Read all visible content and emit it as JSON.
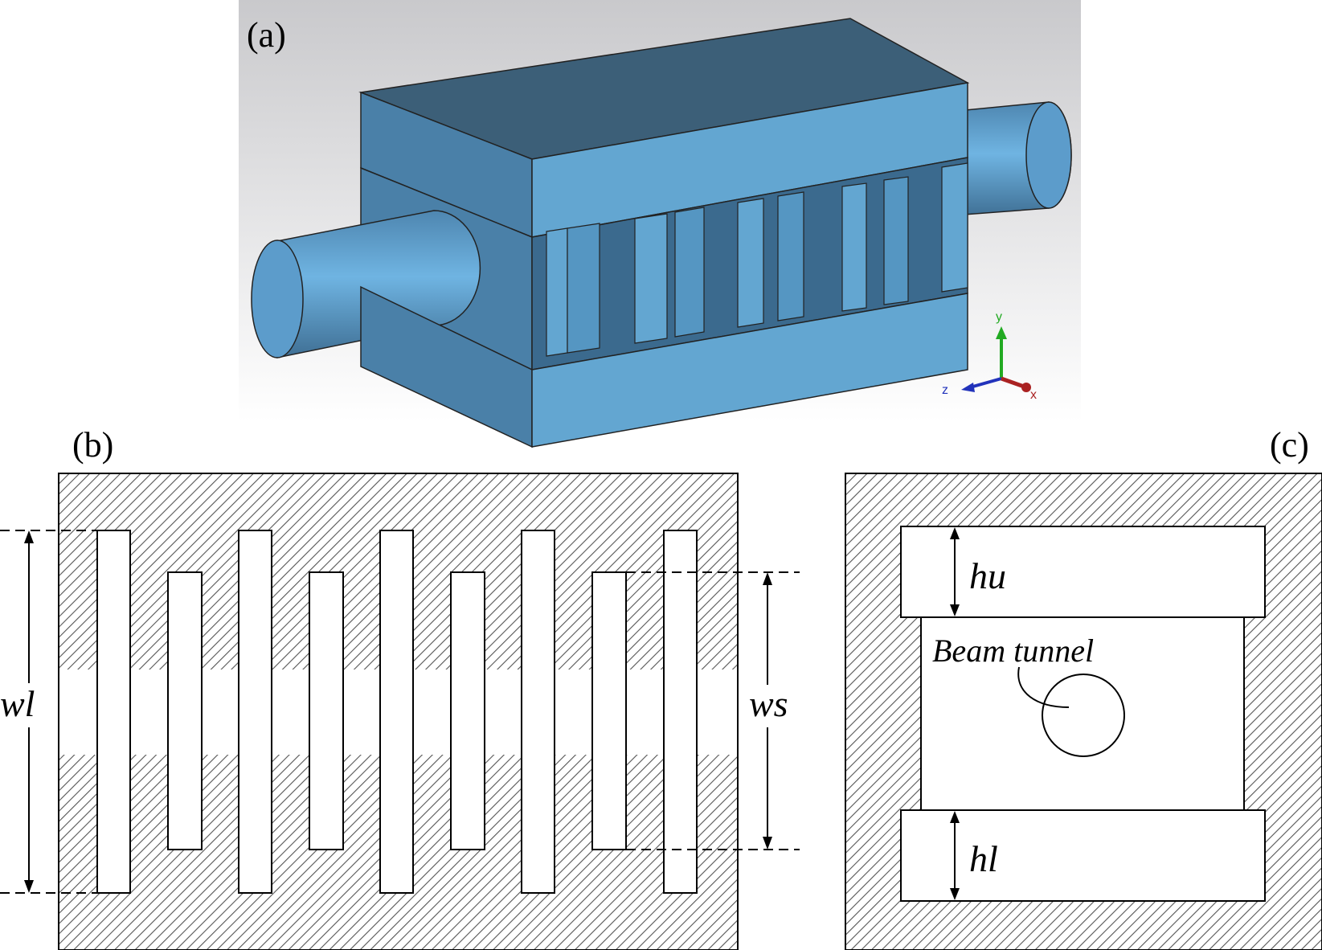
{
  "panels": {
    "a": {
      "label": "(a)",
      "axes": {
        "x": "x",
        "y": "y",
        "z": "z"
      },
      "colors": {
        "body_top": "#3c5f78",
        "body_front": "#63a6d1",
        "body_side": "#4a80a8",
        "background_top": "#c9c9cc",
        "background_bottom": "#ffffff"
      }
    },
    "b": {
      "label": "(b)",
      "wl": "wl",
      "ws": "ws"
    },
    "c": {
      "label": "(c)",
      "hu": "hu",
      "hl": "hl",
      "beam_tunnel": "Beam tunnel"
    }
  }
}
